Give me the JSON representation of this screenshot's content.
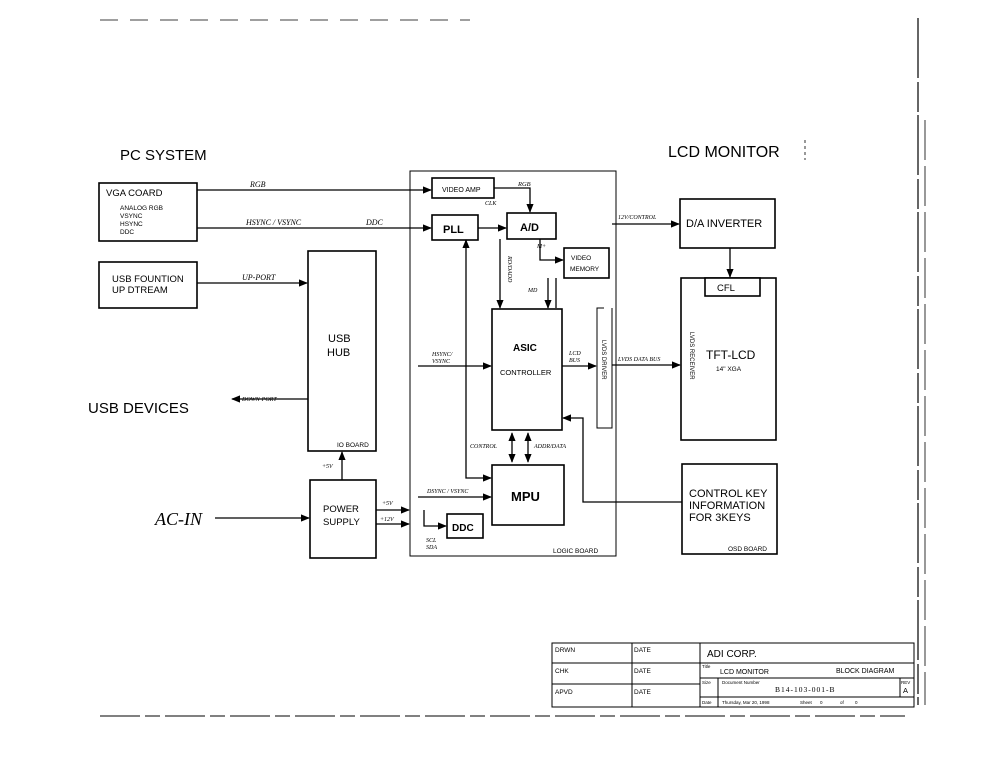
{
  "sections": {
    "pc_system": "PC   SYSTEM",
    "lcd_monitor": "LCD MONITOR",
    "usb_devices": "USB DEVICES",
    "ac_in": "AC-IN"
  },
  "vga_card": {
    "title": "VGA COARD",
    "lines": [
      "ANALOG RGB",
      "VSYNC",
      "HSYNC",
      "DDC"
    ]
  },
  "usb_function": {
    "line1": "USB FOUNTION",
    "line2": "UP DTREAM"
  },
  "usb_hub": {
    "line1": "USB",
    "line2": "HUB",
    "board": "IO BOARD"
  },
  "power_supply": {
    "line1": "POWER",
    "line2": "SUPPLY"
  },
  "video_amp": "VIDEO AMP",
  "pll": "PLL",
  "ad": "A/D",
  "video_memory": {
    "line1": "VIDEO",
    "line2": "MEMORY"
  },
  "asic": {
    "line1": "ASIC",
    "line2": "CONTROLLER"
  },
  "lvds_driver": "LVDS DRIVER",
  "mpu": "MPU",
  "ddc": "DDC",
  "logic_board": "LOGIC BOARD",
  "da_inverter": "D/A INVERTER",
  "cfl": "CFL",
  "tft_lcd": {
    "title": "TFT-LCD",
    "size": "14\" XGA",
    "receiver": "LVDS RECEIVER"
  },
  "control_key": {
    "line1": "CONTROL KEY",
    "line2": "INFORMATION",
    "line3": "FOR 3KEYS",
    "board": "OSD BOARD"
  },
  "signals": {
    "rgb": "RGB",
    "hsync_vsync": "HSYNC /  VSYNC",
    "ddc": "DDC",
    "up_port": "UP-PORT",
    "down_port": "DOWN-PORT",
    "plus5v": "+5V",
    "rgb_small": "RGB",
    "clk": "CLK",
    "m_plus": "M+",
    "md": "MD",
    "rd_dadd": "RD/DADD",
    "hsync_vsync_small1": "HSYNC/",
    "hsync_vsync_small2": "VSYNC",
    "lcd_bus1": "LCD",
    "lcd_bus2": "BUS",
    "control": "CONTROL",
    "addr_data": "ADDR/DATA",
    "dsync_vsync": "DSYNC / VSYNC",
    "plus5v_a": "+5V",
    "plus12v": "+12V",
    "scl": "SCL",
    "sda": "SDA",
    "vcontrol": "12V/CONTROL",
    "lvds_data_bus": "LVDS DATA BUS"
  },
  "title_block": {
    "drwn": "DRWN",
    "date1": "DATE",
    "chk": "CHK",
    "date2": "DATE",
    "apvd": "APVD",
    "date3": "DATE",
    "company": "ADI CORP.",
    "title_label": "Title",
    "lcd_monitor": "LCD MONITOR",
    "block_diagram": "BLOCK  DIAGRAM",
    "size_label": "Size",
    "doc_label": "Document Number",
    "rev_label": "REV",
    "doc_number": "B14-103-001-B",
    "rev": "A",
    "date_label": "Date",
    "date_value": "Thursday, Mar 20, 1998",
    "sheet_label": "Sheet",
    "sheet_value": "0",
    "of_label": "of",
    "of_value": "0"
  }
}
